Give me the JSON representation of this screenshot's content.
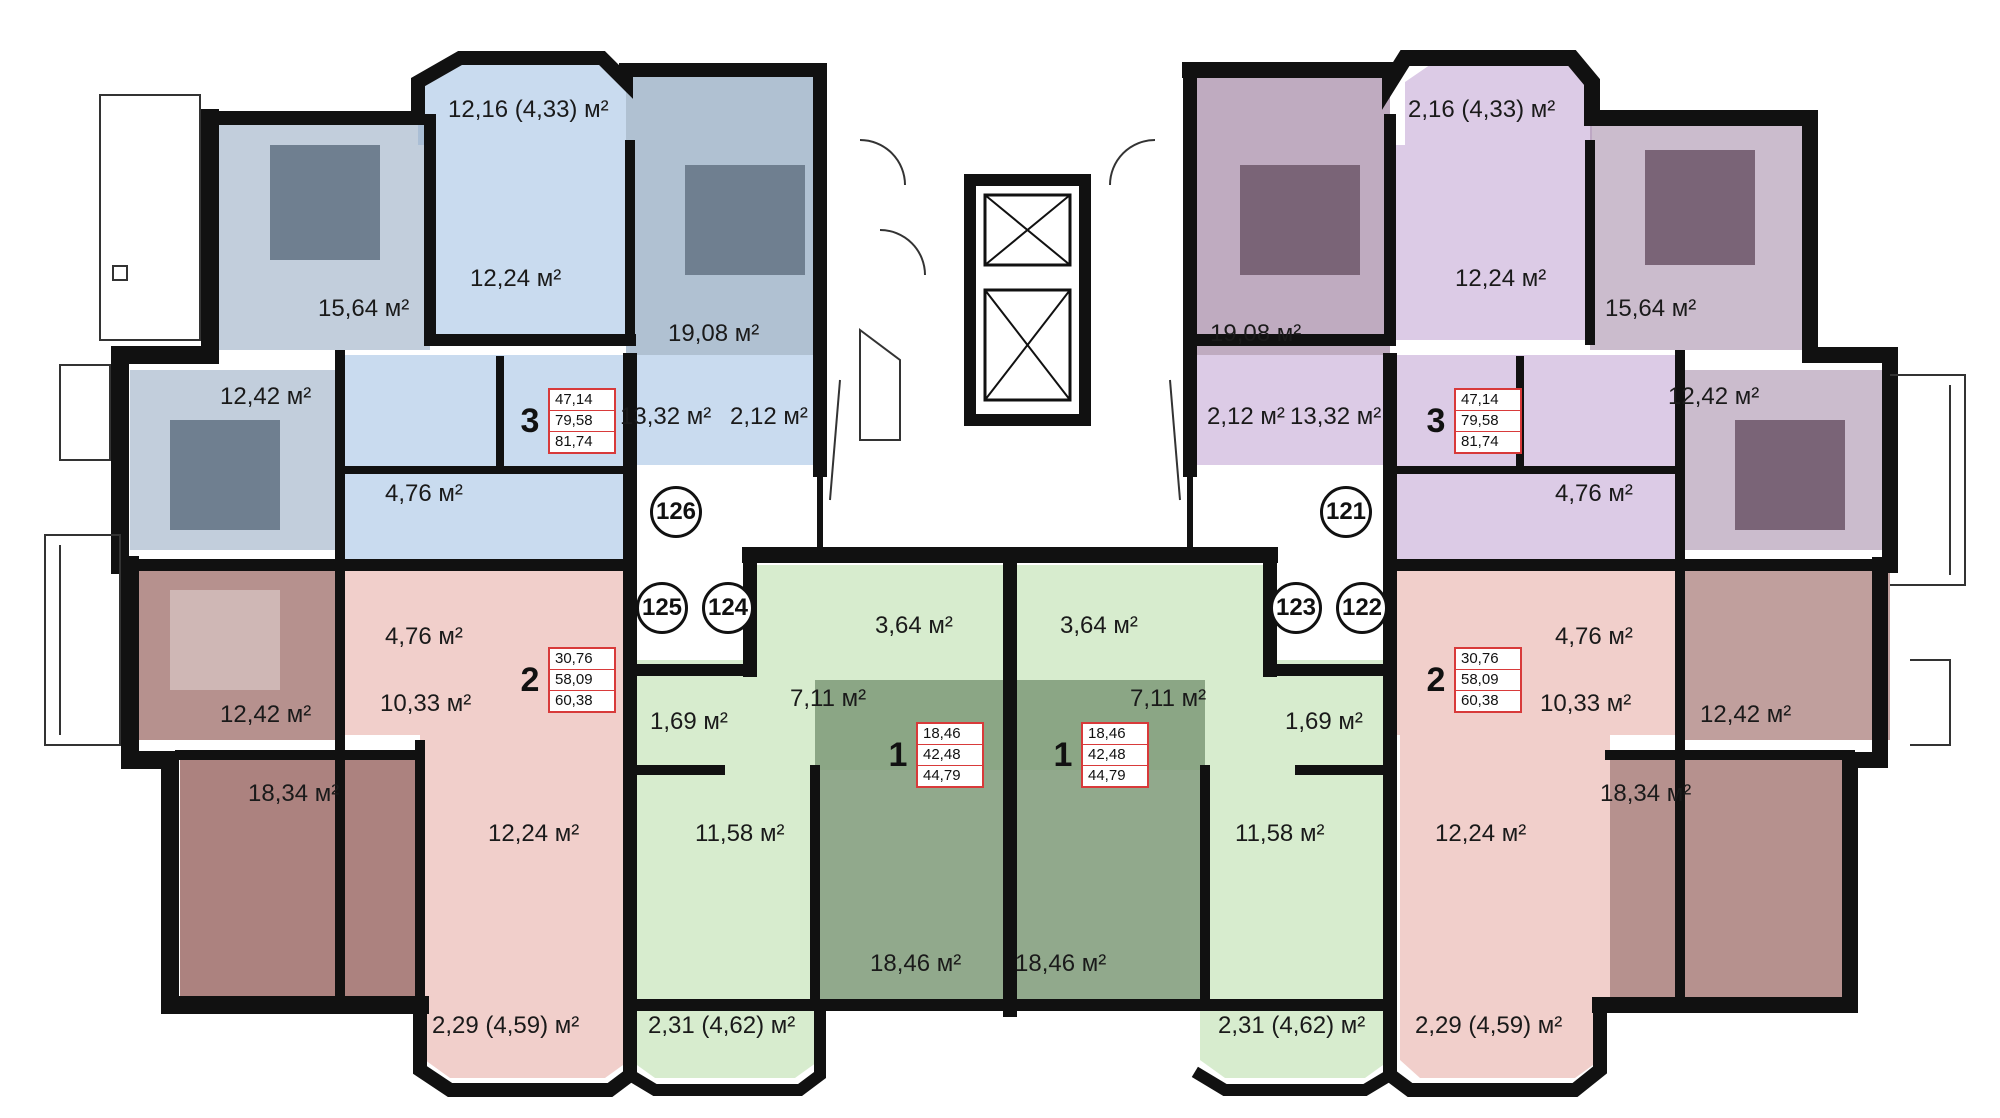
{
  "colors": {
    "wall": "#111111",
    "apt3_left": "#c9dbef",
    "apt3_left_dark": "#8fa6bf",
    "apt3_right": "#dccbe6",
    "apt3_right_dark": "#a98fab",
    "apt2": "#f1cfcb",
    "apt2_dark": "#9e6c68",
    "apt1": "#d7ecce",
    "apt1_dark": "#7e9a78",
    "info_border": "#d83a3a"
  },
  "apartment_numbers": [
    "126",
    "125",
    "124",
    "123",
    "122",
    "121"
  ],
  "apartments": {
    "a126": {
      "rooms": "3",
      "living": "47,14",
      "total": "79,58",
      "total_balcony": "81,74"
    },
    "a121": {
      "rooms": "3",
      "living": "47,14",
      "total": "79,58",
      "total_balcony": "81,74"
    },
    "a125": {
      "rooms": "2",
      "living": "30,76",
      "total": "58,09",
      "total_balcony": "60,38"
    },
    "a122": {
      "rooms": "2",
      "living": "30,76",
      "total": "58,09",
      "total_balcony": "60,38"
    },
    "a124": {
      "rooms": "1",
      "living": "18,46",
      "total": "42,48",
      "total_balcony": "44,79"
    },
    "a123": {
      "rooms": "1",
      "living": "18,46",
      "total": "42,48",
      "total_balcony": "44,79"
    }
  },
  "rooms": {
    "l3_balcony": "12,16 (4,33) м²",
    "l3_kitchen": "12,24 м²",
    "l3_bed1": "15,64 м²",
    "l3_living": "19,08 м²",
    "l3_bed2": "12,42 м²",
    "l3_hall": "13,32 м²",
    "l3_wc": "2,12 м²",
    "l3_bath": "4,76 м²",
    "l2_bath": "4,76 м²",
    "l2_bed": "12,42 м²",
    "l2_hall": "10,33 м²",
    "l2_living": "18,34 м²",
    "l2_kitchen": "12,24 м²",
    "l2_balcony": "2,29 (4,59) м²",
    "l1_bath": "3,64 м²",
    "l1_hall": "7,11 м²",
    "l1_wardrobe": "1,69 м²",
    "l1_kitchen": "11,58 м²",
    "l1_living": "18,46 м²",
    "l1_balcony": "2,31 (4,62) м²",
    "r1_bath": "3,64 м²",
    "r1_hall": "7,11 м²",
    "r1_wardrobe": "1,69 м²",
    "r1_kitchen": "11,58 м²",
    "r1_living": "18,46 м²",
    "r1_balcony": "2,31 (4,62) м²",
    "r3_balcony": "2,16 (4,33) м²",
    "r3_living": "19,08 м²",
    "r3_kitchen": "12,24 м²",
    "r3_bed1": "15,64 м²",
    "r3_wc": "2,12 м²",
    "r3_hall": "13,32 м²",
    "r3_bed2": "12,42 м²",
    "r3_bath": "4,76 м²",
    "r2_bath": "4,76 м²",
    "r2_hall": "10,33 м²",
    "r2_bed": "12,42 м²",
    "r2_living": "18,34 м²",
    "r2_kitchen": "12,24 м²",
    "r2_balcony": "2,29 (4,59) м²"
  }
}
